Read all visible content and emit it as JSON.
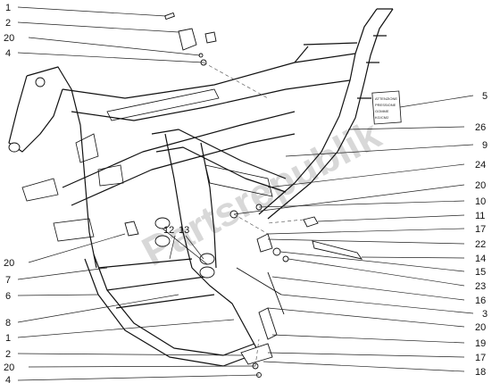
{
  "callouts_left": [
    {
      "id": "l1",
      "text": "1"
    },
    {
      "id": "l2",
      "text": "2"
    },
    {
      "id": "l3",
      "text": "20"
    },
    {
      "id": "l4",
      "text": "4"
    },
    {
      "id": "l5",
      "text": "20"
    },
    {
      "id": "l6",
      "text": "7"
    },
    {
      "id": "l7",
      "text": "6"
    },
    {
      "id": "l8",
      "text": "8"
    },
    {
      "id": "l9",
      "text": "1"
    },
    {
      "id": "l10",
      "text": "2"
    },
    {
      "id": "l11",
      "text": "20"
    },
    {
      "id": "l12",
      "text": "4"
    }
  ],
  "callouts_center": [
    {
      "id": "c1",
      "text": "12"
    },
    {
      "id": "c2",
      "text": "13"
    }
  ],
  "callouts_right": [
    {
      "id": "r1",
      "text": "5"
    },
    {
      "id": "r2",
      "text": "26"
    },
    {
      "id": "r3",
      "text": "9"
    },
    {
      "id": "r4",
      "text": "24"
    },
    {
      "id": "r5",
      "text": "20"
    },
    {
      "id": "r6",
      "text": "10"
    },
    {
      "id": "r7",
      "text": "11"
    },
    {
      "id": "r8",
      "text": "17"
    },
    {
      "id": "r9",
      "text": "22"
    },
    {
      "id": "r10",
      "text": "14"
    },
    {
      "id": "r11",
      "text": "15"
    },
    {
      "id": "r12",
      "text": "23"
    },
    {
      "id": "r13",
      "text": "16"
    },
    {
      "id": "r14",
      "text": "3"
    },
    {
      "id": "r15",
      "text": "20"
    },
    {
      "id": "r16",
      "text": "19"
    },
    {
      "id": "r17",
      "text": "17"
    },
    {
      "id": "r18",
      "text": "18"
    }
  ],
  "watermark": "Partsrepublik",
  "label_plate_lines": [
    "ATTENZIONE",
    "PRESSIONE",
    "GOMME",
    "KG/CM2"
  ]
}
